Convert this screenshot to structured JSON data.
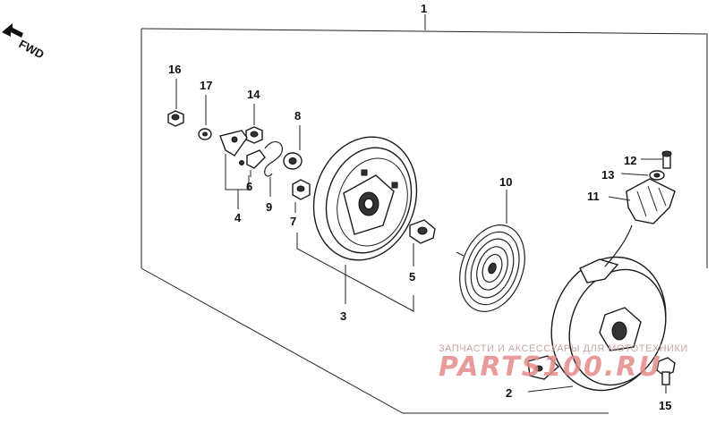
{
  "direction_label": "FWD",
  "watermark": {
    "subtitle": "ЗАПЧАСТИ И АКСЕССУАРЫ ДЛЯ МОТОТЕХНИКИ",
    "brand": "PARTS100.RU",
    "color": "#e58a8a"
  },
  "callouts": {
    "c1": "1",
    "c2": "2",
    "c3": "3",
    "c4": "4",
    "c5": "5",
    "c6": "6",
    "c7": "7",
    "c8": "8",
    "c9": "9",
    "c10": "10",
    "c11": "11",
    "c12": "12",
    "c13": "13",
    "c14": "14",
    "c15": "15",
    "c16": "16",
    "c17": "17"
  }
}
